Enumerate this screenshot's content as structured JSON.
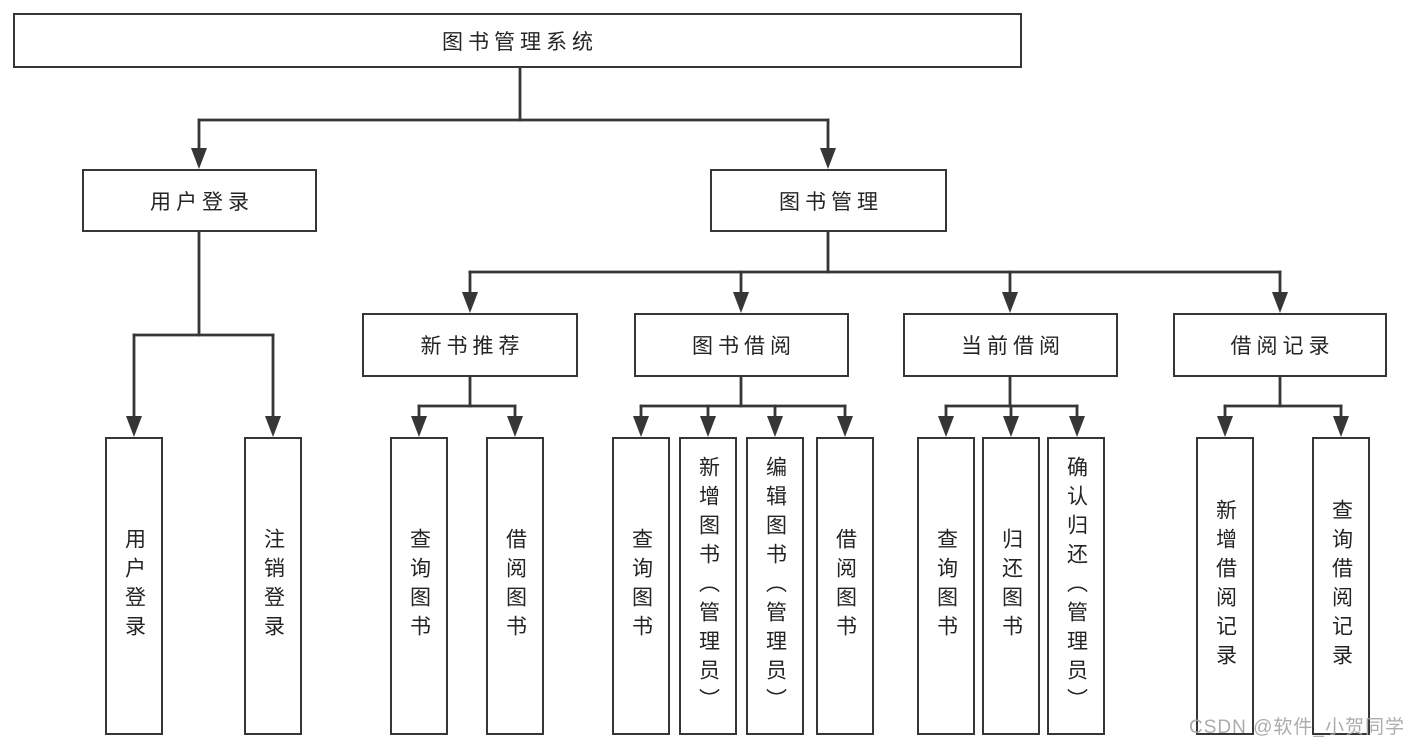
{
  "diagram_title": "图书管理系统",
  "watermark": "CSDN @软件_小贺同学",
  "colors": {
    "line": "#363636",
    "box_border": "#363636",
    "box_background": "#ffffff",
    "text": "#242424",
    "watermark": "#a6a6a6",
    "background": "#ffffff"
  },
  "nodes": {
    "root": "图书管理系统",
    "user_login": "用户登录",
    "book_mgmt": "图书管理",
    "new_book_rec": "新书推荐",
    "book_borrow": "图书借阅",
    "current_borrow": "当前借阅",
    "borrow_record": "借阅记录",
    "ul_user_login": "用户登录",
    "ul_logout": "注销登录",
    "nb_query_book": "查询图书",
    "nb_borrow_book": "借阅图书",
    "bb_query_book": "查询图书",
    "bb_add_book": "新增图书（管理员）",
    "bb_edit_book": "编辑图书（管理员）",
    "bb_borrow_book": "借阅图书",
    "cb_query_book": "查询图书",
    "cb_return_book": "归还图书",
    "cb_confirm_return": "确认归还（管理员）",
    "br_add_record": "新增借阅记录",
    "br_query_record": "查询借阅记录"
  },
  "tree": {
    "label": "图书管理系统",
    "children": [
      {
        "label": "用户登录",
        "children": [
          {
            "label": "用户登录"
          },
          {
            "label": "注销登录"
          }
        ]
      },
      {
        "label": "图书管理",
        "children": [
          {
            "label": "新书推荐",
            "children": [
              {
                "label": "查询图书"
              },
              {
                "label": "借阅图书"
              }
            ]
          },
          {
            "label": "图书借阅",
            "children": [
              {
                "label": "查询图书"
              },
              {
                "label": "新增图书（管理员）"
              },
              {
                "label": "编辑图书（管理员）"
              },
              {
                "label": "借阅图书"
              }
            ]
          },
          {
            "label": "当前借阅",
            "children": [
              {
                "label": "查询图书"
              },
              {
                "label": "归还图书"
              },
              {
                "label": "确认归还（管理员）"
              }
            ]
          },
          {
            "label": "借阅记录",
            "children": [
              {
                "label": "新增借阅记录"
              },
              {
                "label": "查询借阅记录"
              }
            ]
          }
        ]
      }
    ]
  }
}
